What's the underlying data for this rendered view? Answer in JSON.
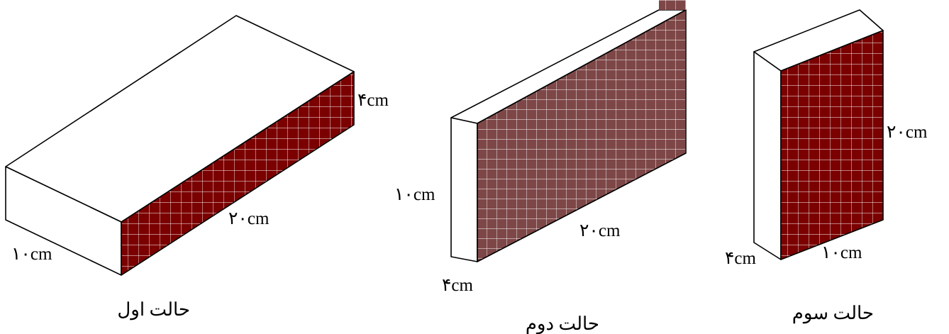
{
  "colors": {
    "background": "#ffffff",
    "face_outline": "#000000",
    "shaded_face_dark": "#7b0000",
    "shaded_face_light": "#7e4747",
    "grid_line": "#ffffff"
  },
  "case1": {
    "caption": "حالت اول",
    "height_label": "۴cm",
    "length_label": "۲۰cm",
    "width_label": "۱۰cm"
  },
  "case2": {
    "caption": "حالت دوم",
    "height_label": "۱۰cm",
    "length_label": "۲۰cm",
    "thickness_label": "۴cm"
  },
  "case3": {
    "caption": "حالت سوم",
    "height_label": "۲۰cm",
    "width_label": "۱۰cm",
    "thickness_label": "۴cm"
  }
}
